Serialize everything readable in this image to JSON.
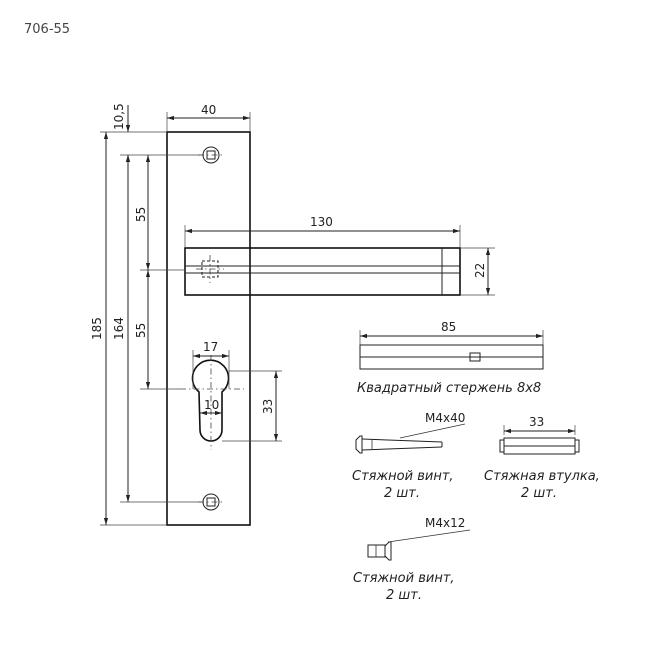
{
  "drawing": {
    "code": "706-55",
    "dimensions": {
      "top_offset": "10,5",
      "plate_width": "40",
      "overall_height": "185",
      "screw_spacing": "164",
      "upper_to_handle": "55",
      "handle_to_cylinder": "55",
      "handle_length": "130",
      "handle_height": "22",
      "cylinder_width": "17",
      "cylinder_slot": "10",
      "cylinder_height": "33",
      "spindle_length": "85",
      "sleeve_length": "33"
    },
    "labels": {
      "spindle": "Квадратный стержень 8х8",
      "screw_long_size": "М4х40",
      "screw_long_name": "Стяжной винт,",
      "screw_long_qty": "2 шт.",
      "sleeve_name": "Стяжная втулка,",
      "sleeve_qty": "2 шт.",
      "screw_short_size": "М4х12",
      "screw_short_name": "Стяжной винт,",
      "screw_short_qty": "2 шт."
    }
  }
}
